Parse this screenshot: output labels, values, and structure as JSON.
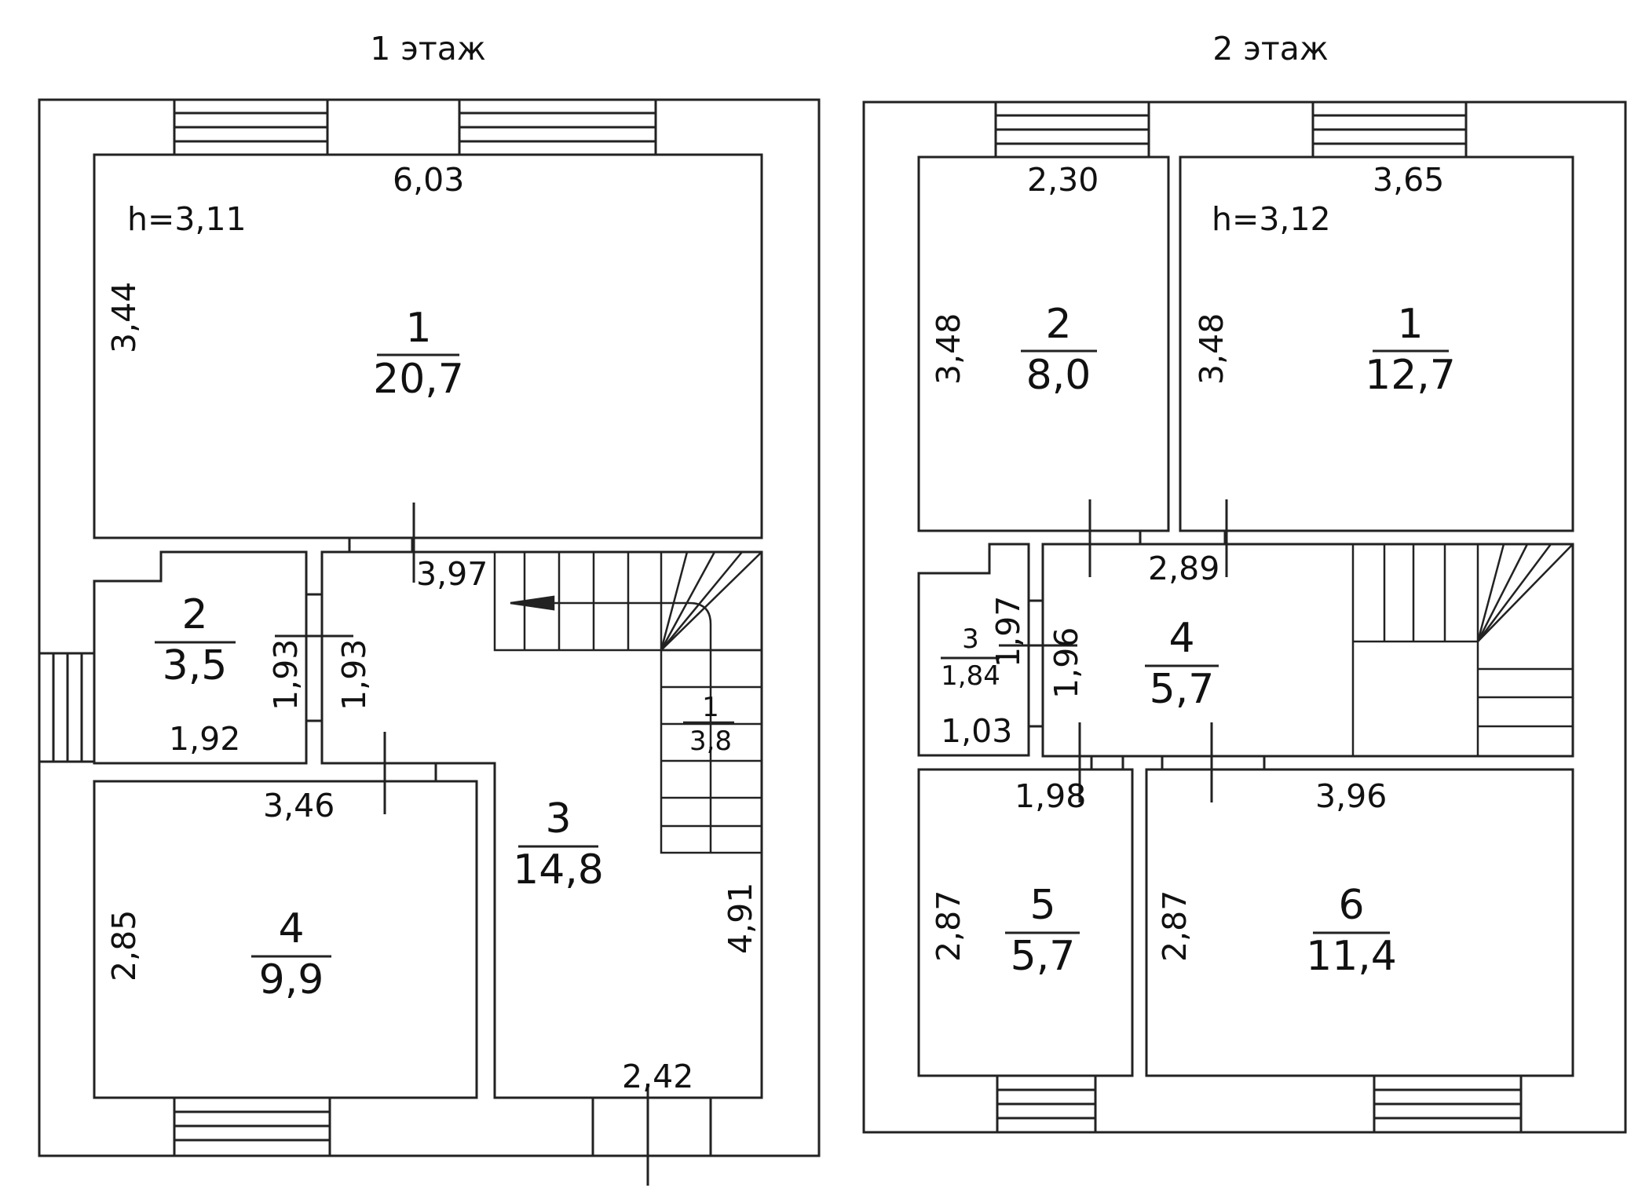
{
  "floors": [
    {
      "title": "1 этаж",
      "height_label": "h=3,11",
      "rooms": [
        {
          "num": "1",
          "area": "20,7"
        },
        {
          "num": "2",
          "area": "3,5"
        },
        {
          "num": "3",
          "area": "14,8"
        },
        {
          "num": "4",
          "area": "9,9"
        }
      ],
      "dims": {
        "d603": "6,03",
        "d344": "3,44",
        "d397": "3,97",
        "d193a": "1,93",
        "d193b": "1,93",
        "d192": "1,92",
        "d346": "3,46",
        "d285": "2,85",
        "d491": "4,91",
        "d242": "2,42"
      },
      "stair": {
        "num": "1",
        "value": "3,8"
      }
    },
    {
      "title": "2 этаж",
      "height_label": "h=3,12",
      "rooms": [
        {
          "num": "1",
          "area": "12,7"
        },
        {
          "num": "2",
          "area": "8,0"
        },
        {
          "num": "3",
          "area": "1,84"
        },
        {
          "num": "4",
          "area": "5,7"
        },
        {
          "num": "5",
          "area": "5,7"
        },
        {
          "num": "6",
          "area": "11,4"
        }
      ],
      "dims": {
        "d230": "2,30",
        "d365": "3,65",
        "d348a": "3,48",
        "d348b": "3,48",
        "d289": "2,89",
        "d197": "1,97",
        "d196": "1,96",
        "d103": "1,03",
        "d198": "1,98",
        "d396": "3,96",
        "d287a": "2,87",
        "d287b": "2,87"
      }
    }
  ]
}
